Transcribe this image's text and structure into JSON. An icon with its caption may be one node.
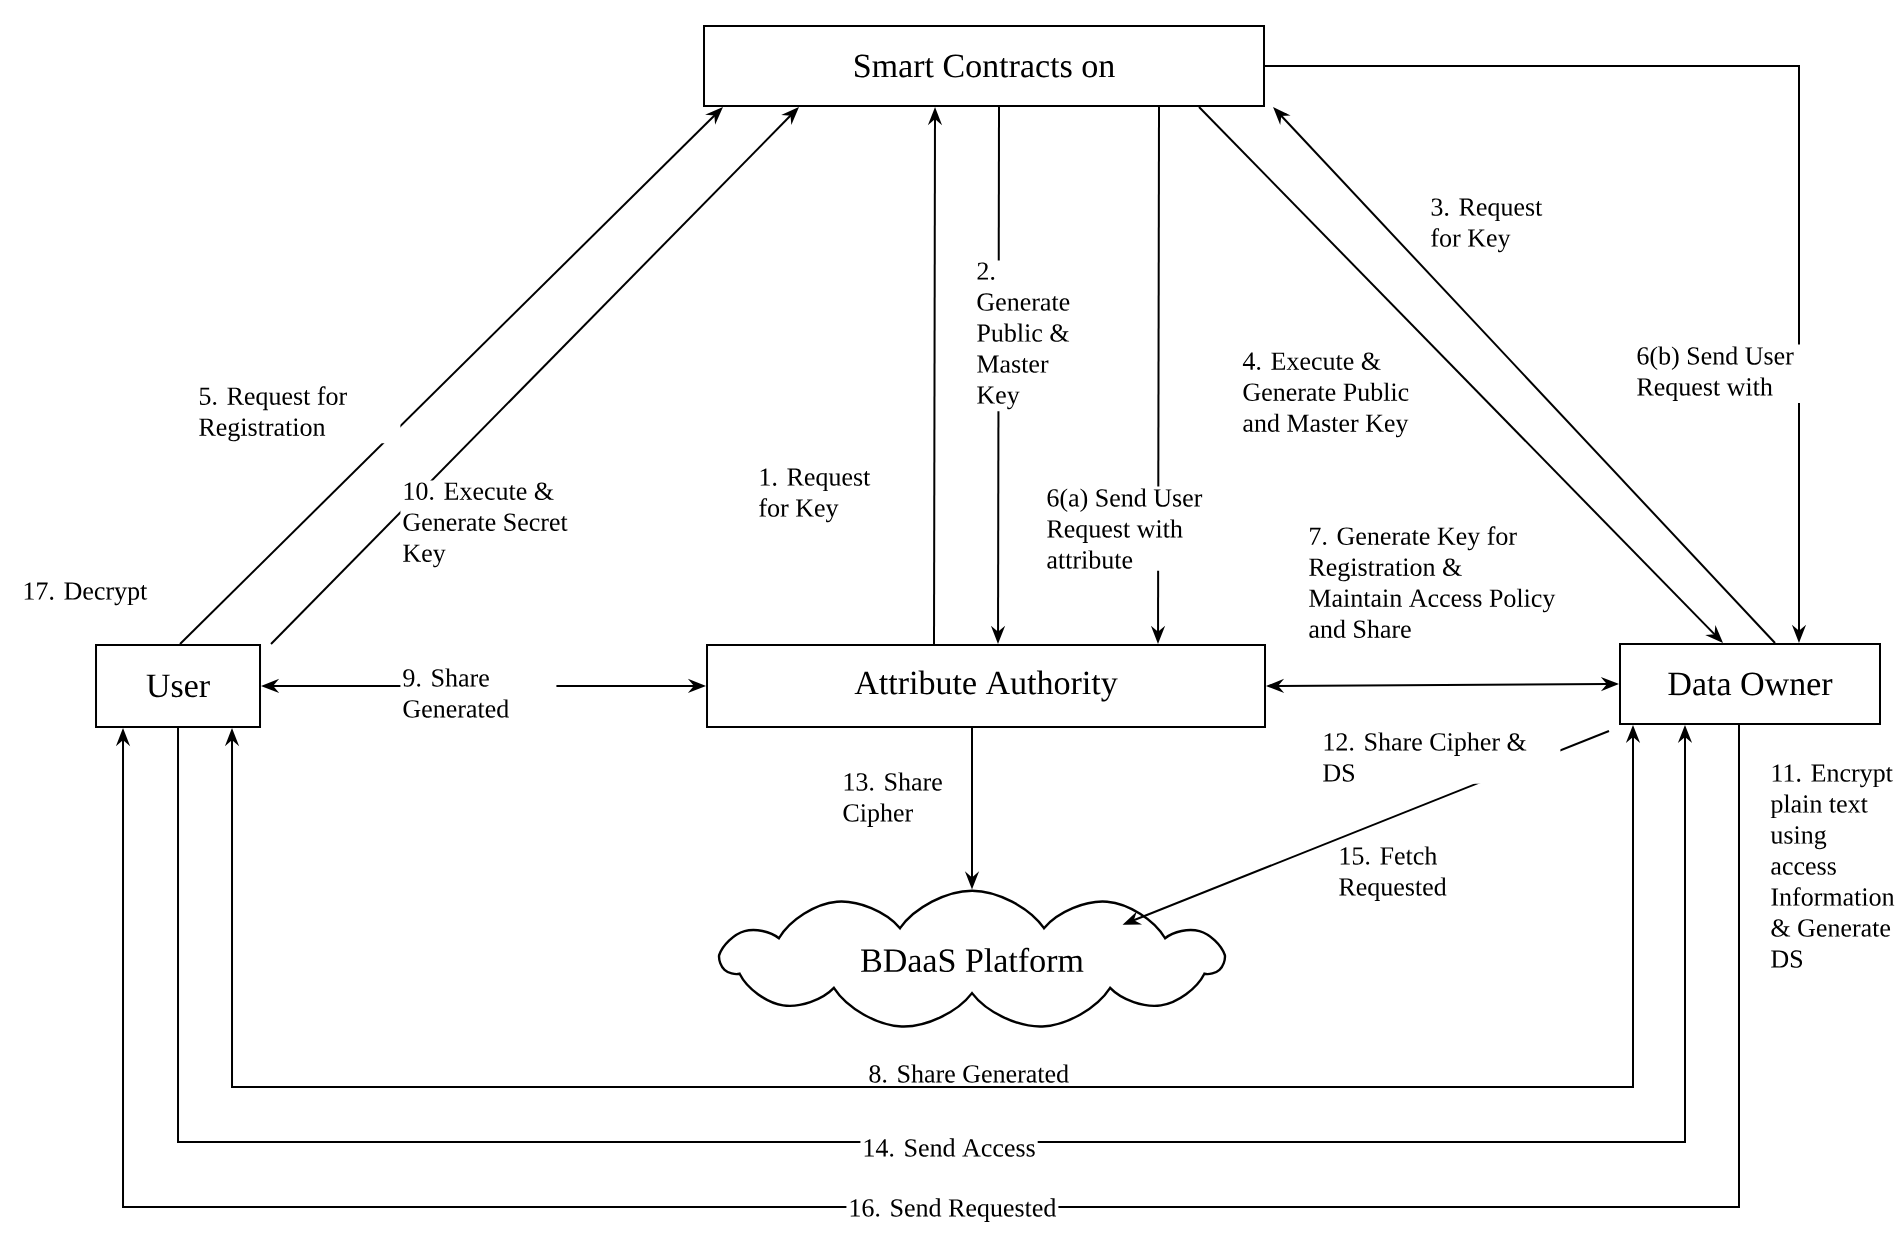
{
  "diagram": {
    "nodes": [
      {
        "text": [
          "Smart Contracts on"
        ]
      },
      {
        "text": [
          "User"
        ]
      },
      {
        "text": [
          "Attribute Authority"
        ]
      },
      {
        "text": [
          "Data Owner"
        ],
        "beside": [
          "11. Encrypt plain text using access Information & Generate DS"
        ]
      },
      {
        "text": [
          "BDaaS Platform"
        ]
      }
    ],
    "edges": [
      {
        "from": 1,
        "to": 0,
        "arrow": "to",
        "label": "5. Request for Registration"
      },
      {
        "from": 1,
        "to": 0,
        "arrow": "to",
        "label": "10. Execute & Generate Secret Key"
      },
      {
        "from": 2,
        "to": 0,
        "arrow": "to",
        "label": "1. Request for Key"
      },
      {
        "from": 0,
        "to": 2,
        "arrow": "to",
        "label": "2. Generate Public & Master Key"
      },
      {
        "from": 0,
        "to": 2,
        "arrow": "to",
        "label": "6(a) Send User Request with attribute"
      },
      {
        "from": 0,
        "to": 3,
        "arrow": "to",
        "label": "4. Execute & Generate Public and Master Key"
      },
      {
        "from": 3,
        "to": 0,
        "arrow": "to",
        "label": "3. Request for Key"
      },
      {
        "from": 0,
        "to": 3,
        "arrow": "to",
        "label": "6(b) Send User Request with"
      },
      {
        "from": 2,
        "to": 3,
        "arrow": "both",
        "label": "7. Generate Key for Registration & Maintain Access Policy and Share"
      },
      {
        "from": 1,
        "to": 2,
        "arrow": "both",
        "label": "9. Share Generated"
      },
      {
        "from": 2,
        "to": 4,
        "arrow": "to",
        "label": "13. Share Cipher"
      },
      {
        "from": 3,
        "to": 4,
        "arrow": "to",
        "label": "15. Fetch Requested"
      },
      {
        "from": 3,
        "to": 1,
        "arrow": "both",
        "label": "8. Share Generated"
      },
      {
        "from": 1,
        "to": 3,
        "arrow": "to",
        "label": "14. Send Access"
      },
      {
        "from": 3,
        "to": 1,
        "arrow": "to",
        "label": "16. Send Requested"
      }
    ],
    "labels": [
      "17. Decrypt",
      "12. Share Cipher & DS"
    ]
  }
}
